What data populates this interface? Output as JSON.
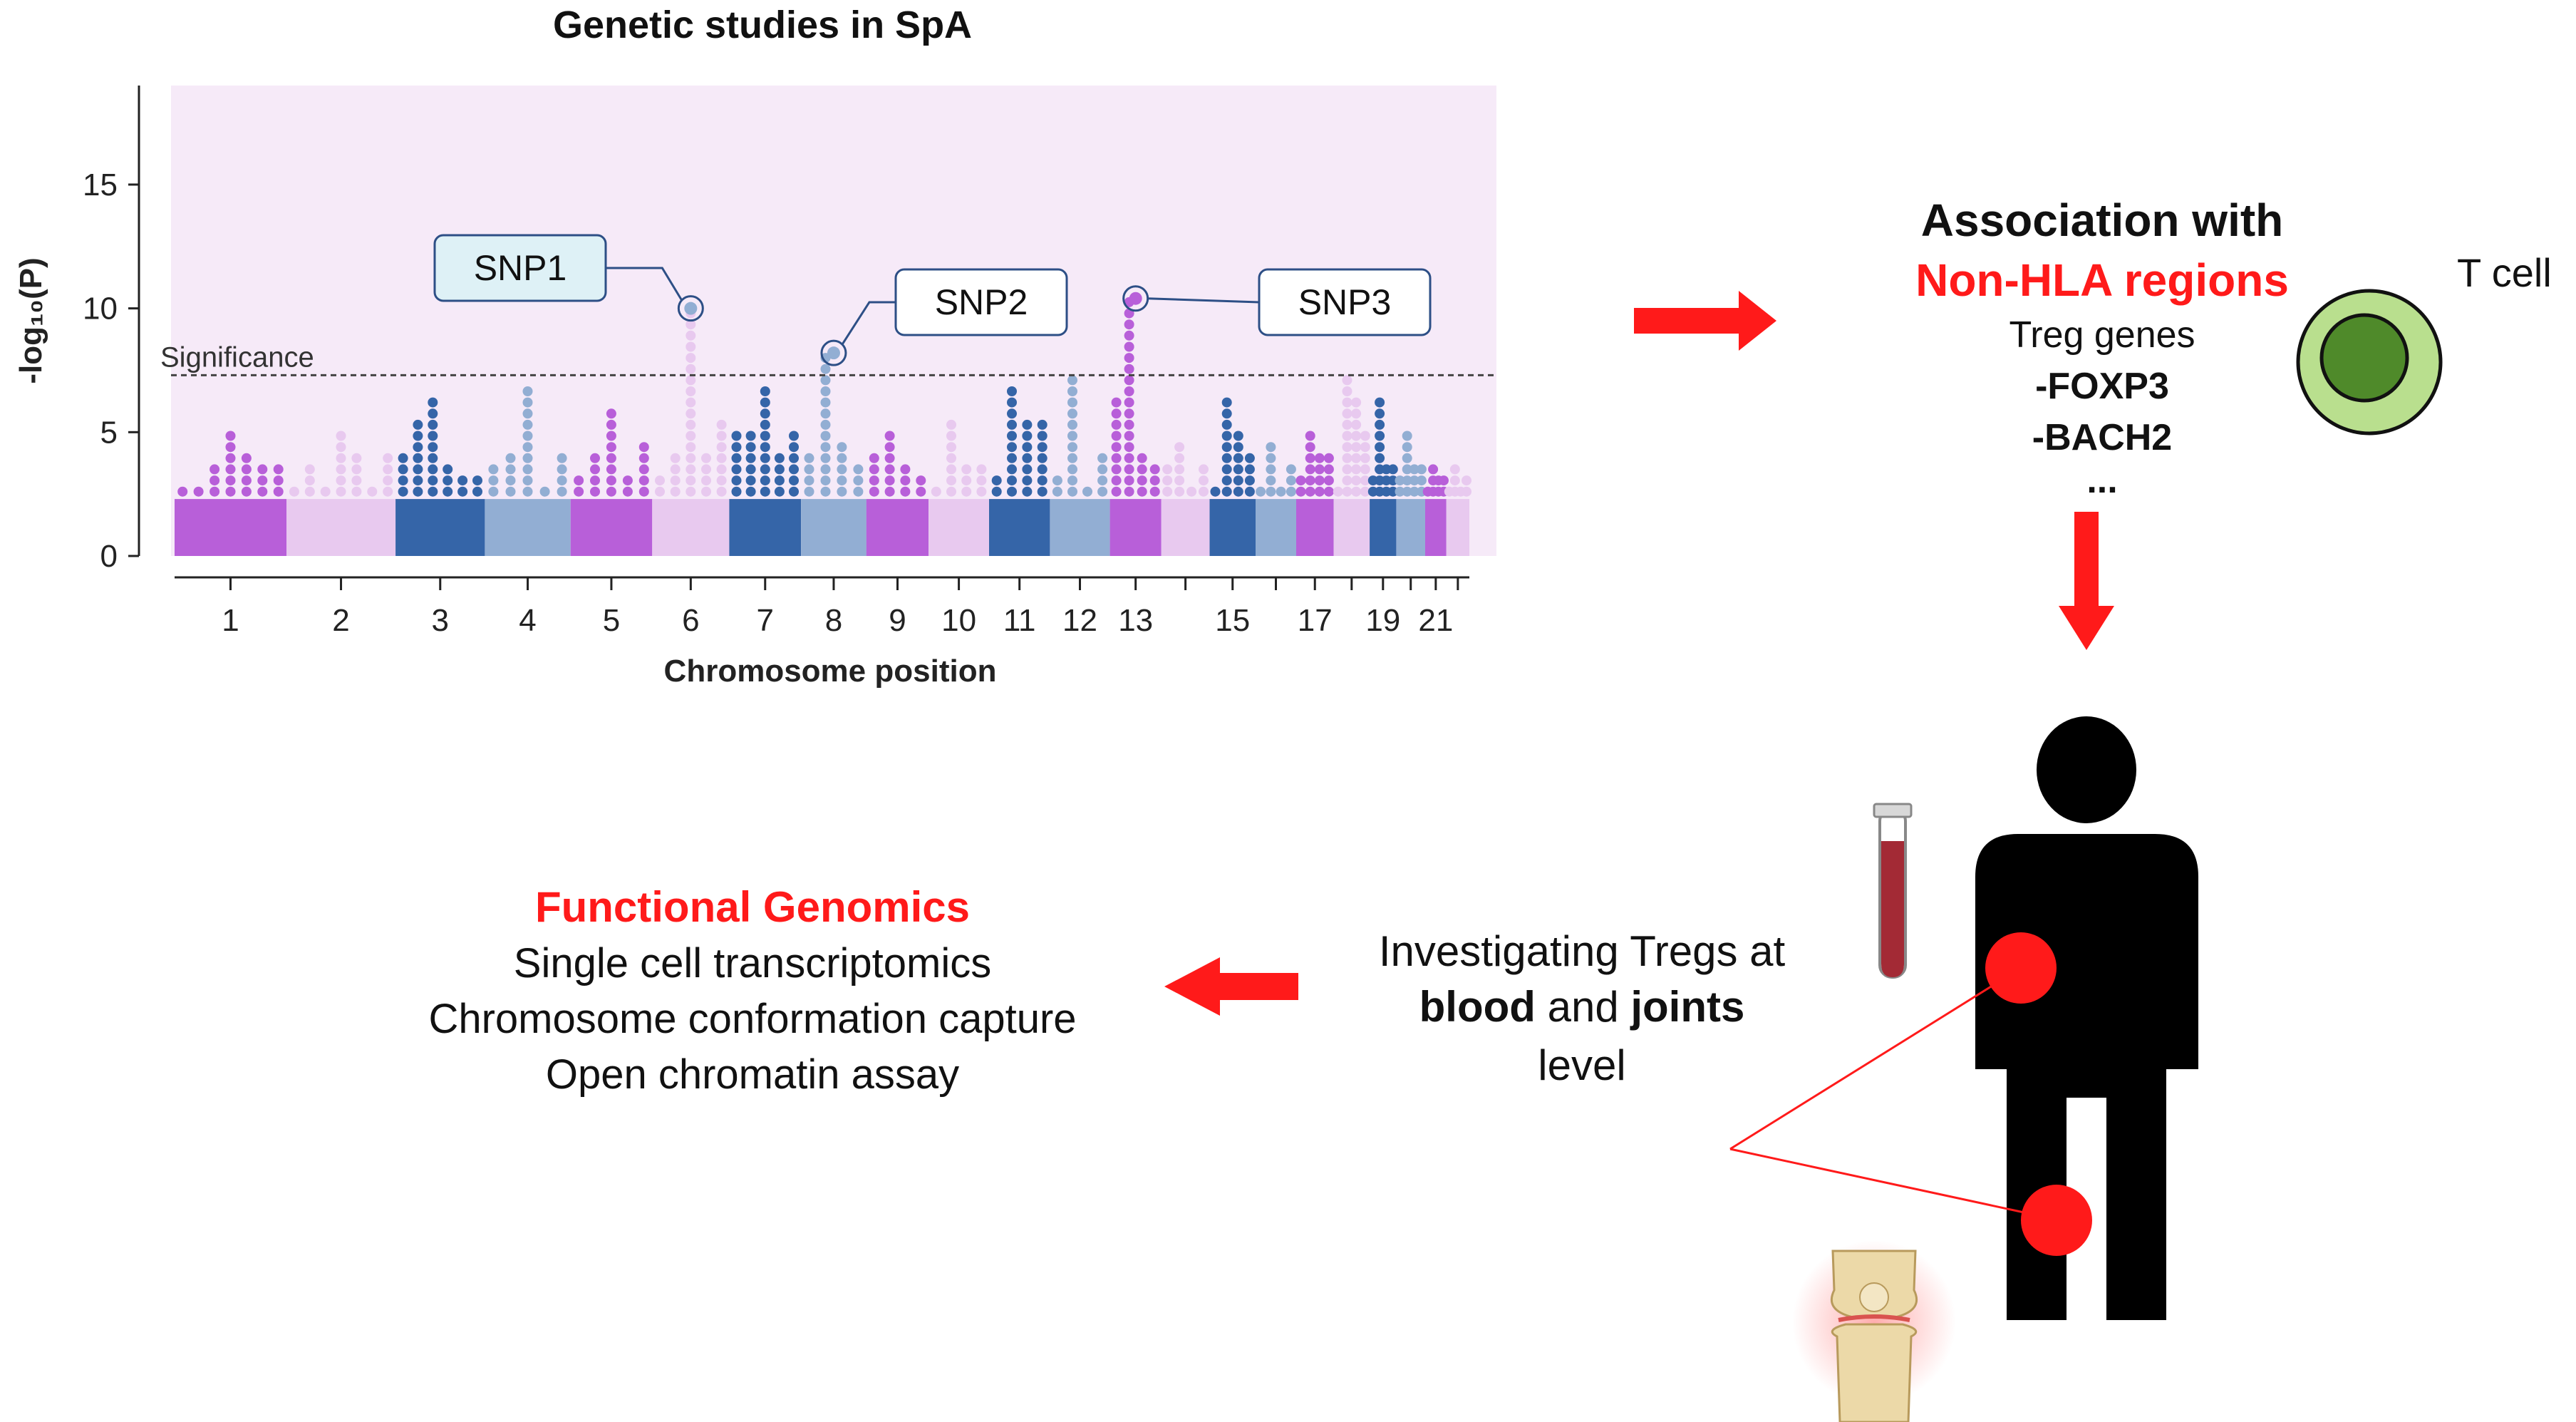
{
  "figure": {
    "title": "Genetic studies in SpA",
    "association": {
      "heading": "Association with",
      "highlight": "Non-HLA regions",
      "subheading": "Treg genes",
      "genes": [
        "-FOXP3",
        "-BACH2"
      ],
      "ellipsis": "..."
    },
    "t_cell_label": "T cell",
    "investigation": {
      "line1": "Investigating Tregs at",
      "blood": "blood",
      "and": "and",
      "joints": "joints",
      "line3": "level"
    },
    "functional": {
      "heading": "Functional Genomics",
      "items": [
        "Single cell transcriptomics",
        "Chromosome conformation capture",
        "Open chromatin assay"
      ]
    },
    "colors": {
      "red": "#ff1a1a",
      "magenta": "#b85fd9",
      "light_pink": "#e8c9ef",
      "dark_blue": "#3565a8",
      "light_blue": "#92aed3",
      "plot_bg": "#f6eaf8",
      "tcell_outer": "#b9df8e",
      "tcell_inner": "#4f8a2a"
    }
  },
  "chart_data": {
    "type": "scatter",
    "subtype": "manhattan",
    "xlabel": "Chromosome position",
    "ylabel": "-log₁₀(P)",
    "ylim": [
      0,
      19
    ],
    "yticks": [
      0,
      5,
      10,
      15
    ],
    "tick_labels": [
      "1",
      "2",
      "3",
      "4",
      "5",
      "6",
      "7",
      "8",
      "9",
      "10",
      "11",
      "12",
      "13",
      "15",
      "17",
      "19",
      "21"
    ],
    "significance": {
      "value": 7.3,
      "label": "Significance"
    },
    "chromosomes": [
      {
        "chr": "1",
        "max": 5.0
      },
      {
        "chr": "2",
        "max": 5.0
      },
      {
        "chr": "3",
        "max": 6.2
      },
      {
        "chr": "4",
        "max": 6.7
      },
      {
        "chr": "5",
        "max": 6.0
      },
      {
        "chr": "6",
        "max": 10.0
      },
      {
        "chr": "7",
        "max": 6.8
      },
      {
        "chr": "8",
        "max": 8.2
      },
      {
        "chr": "9",
        "max": 5.2
      },
      {
        "chr": "10",
        "max": 5.4
      },
      {
        "chr": "11",
        "max": 6.7
      },
      {
        "chr": "12",
        "max": 7.2
      },
      {
        "chr": "13",
        "max": 10.4
      },
      {
        "chr": "14",
        "max": 4.8
      },
      {
        "chr": "15",
        "max": 6.2
      },
      {
        "chr": "16",
        "max": 4.8
      },
      {
        "chr": "17",
        "max": 5.2
      },
      {
        "chr": "18",
        "max": 7.3
      },
      {
        "chr": "19",
        "max": 6.5
      },
      {
        "chr": "20",
        "max": 5.0
      },
      {
        "chr": "21",
        "max": 3.8
      },
      {
        "chr": "22",
        "max": 3.8
      }
    ],
    "annotations": [
      {
        "label": "SNP1",
        "chr": "6",
        "value": 10.0,
        "highlight": true
      },
      {
        "label": "SNP2",
        "chr": "8",
        "value": 8.2,
        "highlight": false
      },
      {
        "label": "SNP3",
        "chr": "13",
        "value": 10.4,
        "highlight": false
      }
    ]
  }
}
